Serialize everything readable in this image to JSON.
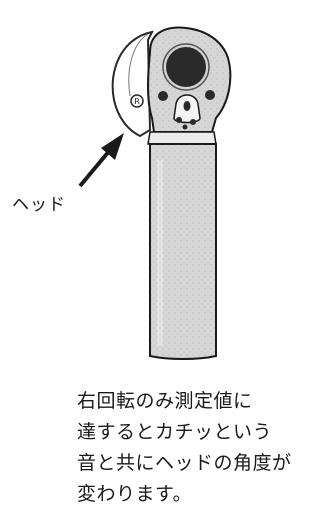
{
  "labels": {
    "head": "ヘッド"
  },
  "caption": {
    "lines": [
      "右回転のみ測定値に",
      "達するとカチッという",
      "音と共にヘッドの角度が",
      "変わります。"
    ]
  },
  "colors": {
    "ink": "#1a1a1a",
    "body_fill": "#d2d2d2",
    "light_fill": "#ececec",
    "dark_fill": "#2a2a2a"
  }
}
